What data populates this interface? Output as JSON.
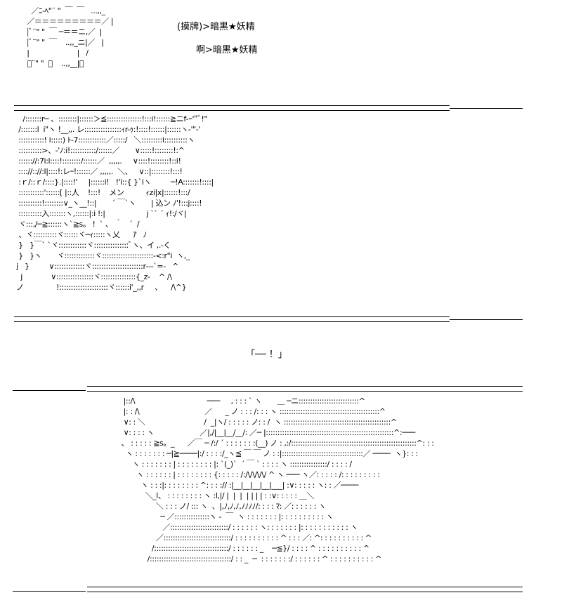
{
  "header": {
    "box_art": "    ／ﾆ‐ﾍ\"¨ \"  ￣  ￣   ...,,_\n  ／＝＝＝＝＝＝＝＝＝／ |\n  |ﾞ¨\" \"  ￣ ─＝＝ニ,／  |\n  |ﾞ¨\" \"  ￣    ..,,_ニ|／   |\n  |                      |   /\n  ﾞ¨\" \"  ￣    ..,,__|／",
    "line1": "(摸牌)>暗黒★妖精",
    "line2": "啊>暗黒★妖精"
  },
  "panel1": {
    "art": "    /:::::::r─ 、::::::::|::::::＞≦:::::::::::::::!:::i!::::::≧ニf‐ｰ'\"ﾞ!\"\n  /:::::::l  i\"ヽ !__,,. レ::::::::::::::::ｨr-ｩ:!::::!::::::|::::::ヽ-'\"-'\n  :::::::::::! i:::::) ﾄ-7::::::::::::／:::::/   ＼:::::::::i::::::::::ヽ\n  ::::::::::>、-'ﾉ:i!:::::::::::/::::::／       ∨:::::!::::::::!:^\n  :::::://:7i:l::::!::::::::/::::::／  ,,,,,.     ∨::::!::::::::!::i!\n  :::://:://:l|::::!:レｰ!::::::／ ,,,,,.  ＼、   ∨::|::::::::!:::!\n  :ｒ/::ｒ/::::}.|::::!'     |::::::i!   !'i::{ }`iヽ         ─!A:::::::!::::|\n  :::::::::::'::::::[ |::人    !:::!    メン          ｨzi|x|::::::!:::/\n  ::::::::::!::::::::∨_ヽ__!::|       ´ ￣`ヽ       | 込ン ﾉ'!:::j::::!\n  ::::::::::入:::::::ヽ,::::::|:i !:|                   j `` ´ ｨ!:/ヾ|\n  ヾ:::,/─≧::::::ヽ`≧s。 !  ` 、 ｀   ´  /\n  、ヾ::::::::::ヾ::::::ヾ─ｨ:::::ヽ乂      ｱ   ﾉ\n  }   }￣` `ヾ::::::::::::ヾ:::::::::::::::ﾞヽ、イ ,.-く\n  }   }ヽ       ヾ:::::::::::::ヾ::::::::::::::::::::::-<:r\"i  ヽ,_\n j   }         ∨:::::::::::::ヾ::::::::::::::::::::::r‐‐‐`=-   ^\n   j             ∨::::::::::::::::ヾ:::::::::::::::{_z-    ^ /\\\n ノ               !:::::::::::::::::::::ヾ::::::i'_,,r     、    /\\^}"
  },
  "dialogue": {
    "text": "「── ！」"
  },
  "panel2": {
    "art": "                           |::/\\                                 ───     ‚ : : : ` ヽ       ＿ ─ニ::::::::::::::::::::::::::^\n                           |: : /\\                              ／      _ ノ : : : /: : : ヽ :::::::::::::::::::::::::::::::::::::::::::^\n                           ∨: : ＼                           /  _|ヽ/ : : : : : ノ: : /  ヽ ::::::::::::::::::::::::::::::::::::::::::::::^\n                           ∨: : : : ヽ                     ／|,/|__|__/__/: ／─ |:::::::::::::::::::::::::::::::::::::::::::::::::::::::^:───\n                          、 : : : : : ≧s。_      ／￣ ─ /:/ ´ : : : : : : :(__) ノ : ,:/::::::::::::::::::::::::::::::::::::::::::::::::::::::^: : :\n                            ヽ : : : : : : : ─|≧────|:/ : : : :/_ヽ≦ ￣ ￣ ノ : :|:::::::::::::::::::::::::::::::::::／ ────  ヽ}: : :\n                               ヽ : : : : : : : | : : : : : : : : |: `(_)`  ´ ￣ ` : : : : ヽ ::::::::::::::::/ : : : : /\n                                 ヽ : : : : : : | : : : : : : : : {: : : : : /:/\\/\\/\\/\\/ ^ ヽ ─── ヽ／: : : : : /: : : : : : : : :\n                                   ヽ : : :|: : : : : : : : ^: : : :// :|__|__|__|__|___| :∨: : : : : ヽ: : ／────\n                                     ＼_l、 : : : : : : : : ヽ :l,|/ |  |  |  | | | | : :∨: : : : : ＿＼\n                                          ＼ : : : ノ/ ::: ヽ  、|,ﾉ,ﾉ,ﾉ,ﾉﾉﾉﾉ/: : : : ﾏ: ／: : : : : : ヽ\n                                            ─ ／:::::::::::::::ヽ -  ￣  ヽ : : : : : : : |: : : : : : : : : : ヽ\n                                             ／:::::::::::::::::::::::::/ : : : : : : ヽ: : : : : : : |: : : : : : : : : : : ヽ\n                                          ／:::::::::::::::::::::::::::::/ : : : : : : : : : : ^ : : : ／: ^: : : : : : : : : : ^\n                                        /::::::::::::::::::::::::::::::::/ : : : : : : _    ─≦}/ : : : : ^ : : : : : : : : : : ^\n                                      /:::::::::::::::::::::::::::::::::::/ : : _  ─  : : : : : : :/ : : : : : : ^ : : : : : : : : : : ^"
  }
}
